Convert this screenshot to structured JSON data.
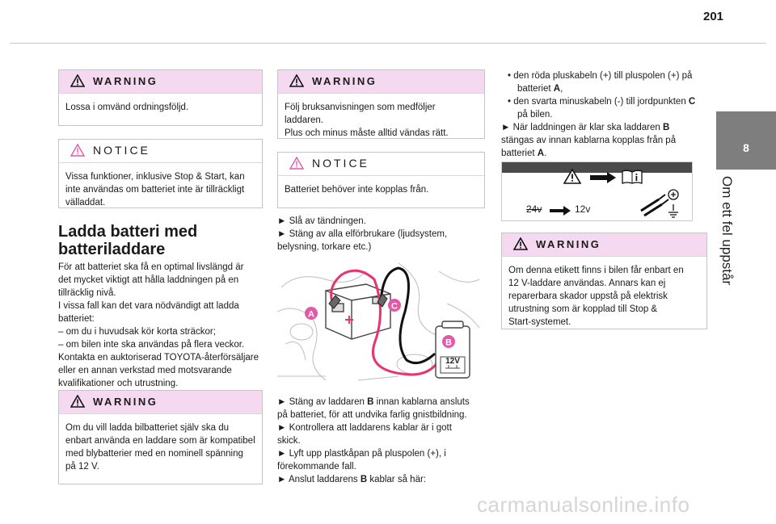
{
  "page": {
    "number": "201"
  },
  "side_tab": {
    "chapter_number": "8",
    "chapter_title": "Om ett fel uppstår"
  },
  "col1": {
    "warning1": {
      "title": "WARNING",
      "lines": [
        "Lossa i omvänd ordningsföljd."
      ]
    },
    "notice1": {
      "title": "NOTICE",
      "lines": [
        "Vissa funktioner, inklusive Stop & Start, kan",
        "inte användas om batteriet inte är tillräckligt",
        "välladdat."
      ]
    },
    "heading": {
      "line1": "Ladda batteri med",
      "line2": "batteriladdare"
    },
    "body": [
      "För att batteriet ska få en optimal livslängd är",
      "det mycket viktigt att hålla laddningen på en",
      "tillräcklig nivå.",
      "I vissa fall kan det vara nödvändigt att ladda",
      "batteriet:",
      "–  om du i huvudsak kör korta sträckor;",
      "–  om bilen inte ska användas på flera veckor.",
      "Kontakta en auktoriserad TOYOTA-återförsäljare",
      "eller en annan verkstad med motsvarande",
      "kvalifikationer och utrustning."
    ],
    "warning2": {
      "title": "WARNING",
      "lines": [
        "Om du vill ladda bilbatteriet själv ska du",
        "enbart använda en laddare som är kompatibel",
        "med blybatterier med en nominell spänning",
        "på 12 V."
      ]
    }
  },
  "col2": {
    "warning1": {
      "title": "WARNING",
      "lines": [
        "Följ bruksanvisningen som medföljer",
        "laddaren.",
        "Plus och minus måste alltid vändas rätt."
      ]
    },
    "notice1": {
      "title": "NOTICE",
      "lines": [
        "Batteriet behöver inte kopplas från."
      ]
    },
    "steps1": [
      "►  Slå av tändningen.",
      "►  Stäng av alla elförbrukare (ljudsystem,",
      "belysning, torkare etc.)"
    ],
    "figure": {
      "label_a": "A",
      "label_b": "B",
      "label_c": "C",
      "charger_voltage": "12V"
    },
    "steps2": {
      "l1_pre": "►  Stäng av laddaren ",
      "l1_bold": "B",
      "l1_post": " innan kablarna ansluts",
      "l2": "på batteriet, för att undvika farlig gnistbildning.",
      "l3": "►  Kontrollera att laddarens kablar är i gott",
      "l4": "skick.",
      "l5": "►  Lyft upp plastkåpan på pluspolen (+), i",
      "l6": "förekommande fall.",
      "l7_pre": "►  Anslut laddarens ",
      "l7_bold": "B",
      "l7_post": " kablar så här:"
    }
  },
  "col3": {
    "b1_l1": "•  den röda pluskabeln (+) till pluspolen (+) på",
    "b1_l2_pre": "batteriet ",
    "b1_l2_bold": "A",
    "b1_l2_post": ",",
    "b2_l1_pre": "•  den svarta minuskabeln (-) till jordpunkten ",
    "b2_l1_bold": "C",
    "b2_l2": "på bilen.",
    "s1_pre": "►  När laddningen är klar ska laddaren ",
    "s1_bold": "B",
    "s2": "stängas av innan kablarna kopplas från på",
    "s3_pre": "batteriet ",
    "s3_bold": "A",
    "s3_post": ".",
    "label_graphic": {
      "v_crossed": "24v",
      "v_ok": "12v"
    },
    "warning": {
      "title": "WARNING",
      "lines": [
        "Om denna etikett finns i bilen får enbart en",
        "12  V-laddare användas. Annars kan ej",
        "reparerbara skador uppstå på elektrisk",
        "utrustning som är kopplad till Stop &",
        "Start-systemet."
      ]
    }
  },
  "watermark": "carmanualsonline.info",
  "colors": {
    "warning_header": "#f5d9f0",
    "notice_icon": "#e05aa8",
    "side_tab": "#7e7e7e",
    "cable_red": "#e8336e"
  }
}
